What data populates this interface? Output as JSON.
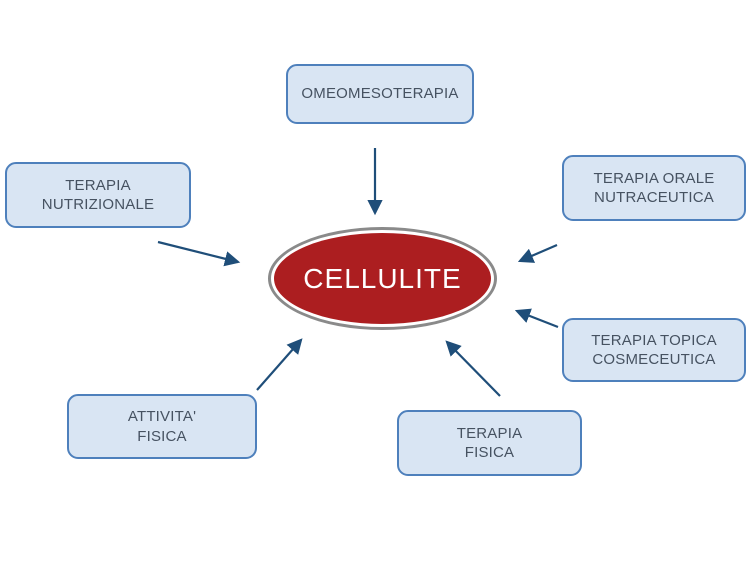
{
  "diagram": {
    "title": "Cellulite therapies mind map",
    "center": {
      "label": "CELLULITE",
      "fill_color": "#AC1E20",
      "ring_color": "#8A8A8A",
      "text_color": "#FFFFFF"
    },
    "nodes": [
      {
        "id": "omeomesoterapia",
        "label": "OMEOMESOTERAPIA"
      },
      {
        "id": "terapia-nutrizionale",
        "label": "TERAPIA\nNUTRIZIONALE"
      },
      {
        "id": "terapia-orale",
        "label": "TERAPIA ORALE\nNUTRACEUTICA"
      },
      {
        "id": "terapia-topica",
        "label": "TERAPIA TOPICA\nCOSMECEUTICA"
      },
      {
        "id": "attivita-fisica",
        "label": "ATTIVITA'\nFISICA"
      },
      {
        "id": "terapia-fisica",
        "label": "TERAPIA\nFISICA"
      }
    ],
    "colors": {
      "node_fill": "#D9E5F3",
      "node_border": "#4E80BC",
      "node_text": "#465261",
      "arrow": "#1F4E79",
      "background": "#FFFFFF"
    }
  }
}
